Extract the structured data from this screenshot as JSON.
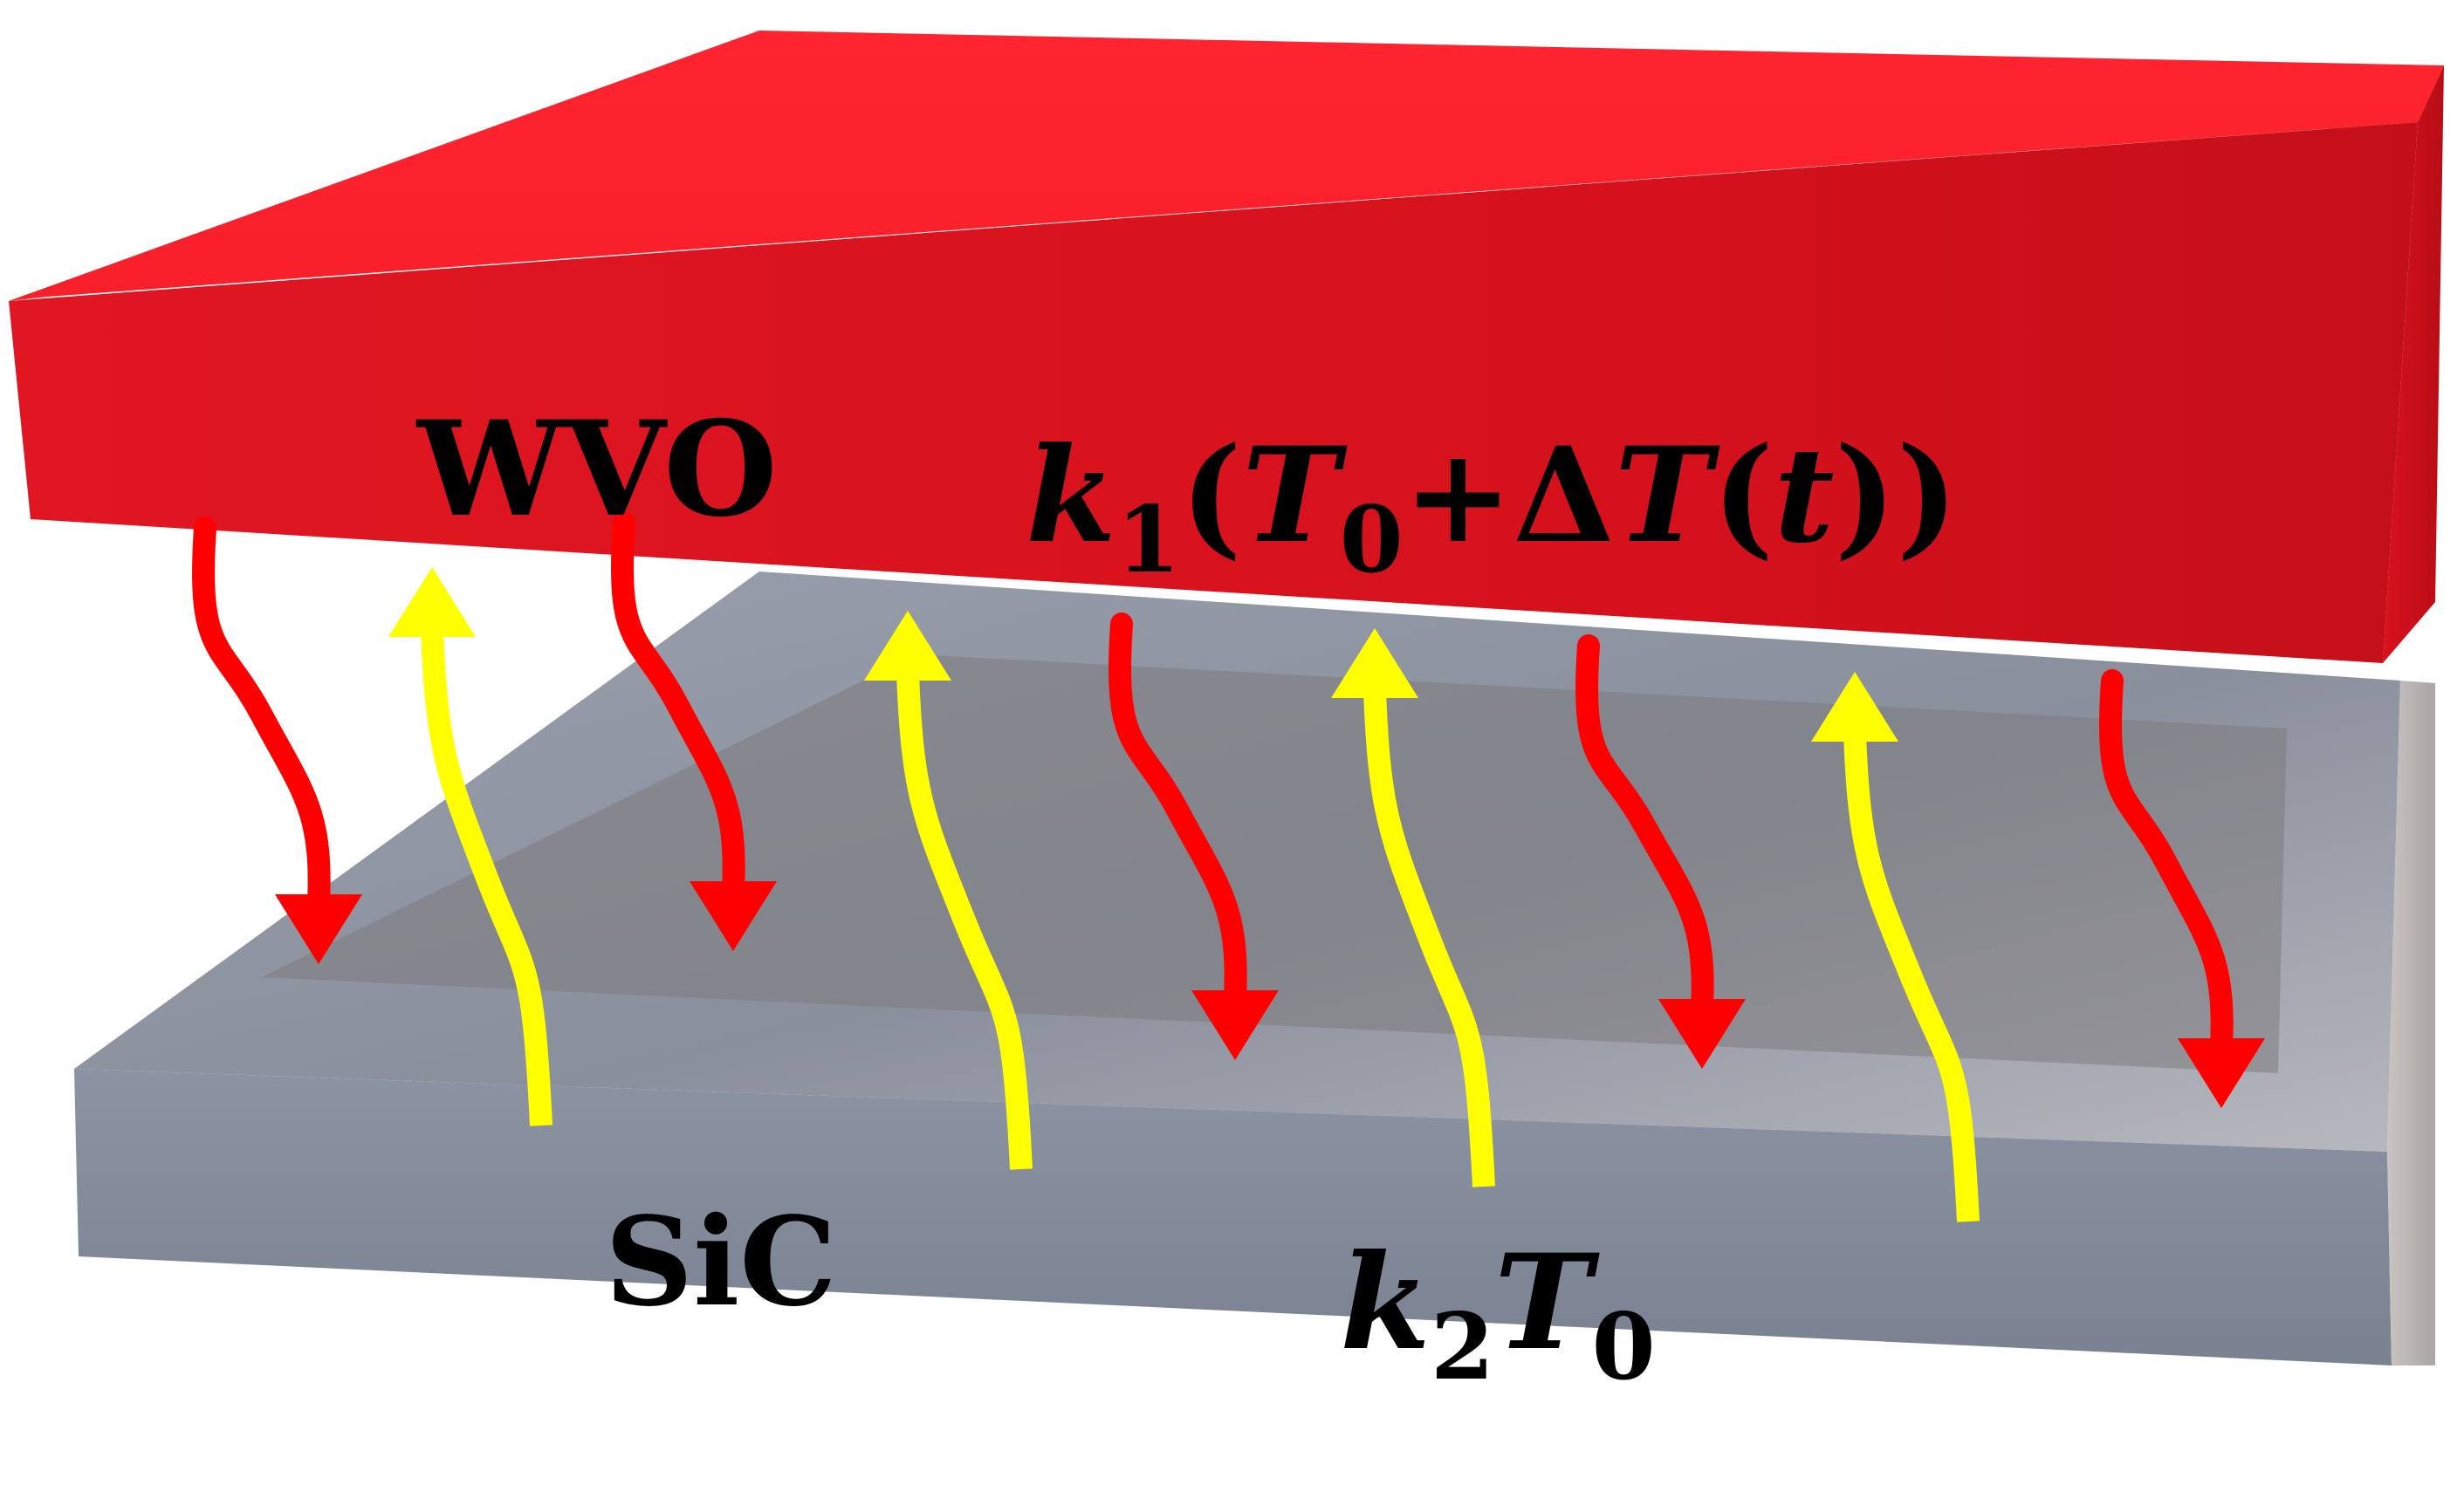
{
  "top_layer": {
    "material": "WVO",
    "formula": {
      "k": "k",
      "k_sub": "1",
      "open": "(",
      "T": "T",
      "T_sub": "0",
      "plus": "+Δ",
      "T2": "T",
      "open2": "(",
      "t": "t",
      "close": "))"
    },
    "color": "#ee1c25"
  },
  "bottom_layer": {
    "material": "SiC",
    "formula": {
      "k": "k",
      "k_sub": "2",
      "T": "T",
      "T_sub": "0"
    },
    "color": "#8e95a3"
  },
  "arrows": {
    "emission_color": "#ff0000",
    "absorption_color": "#ffff00"
  }
}
